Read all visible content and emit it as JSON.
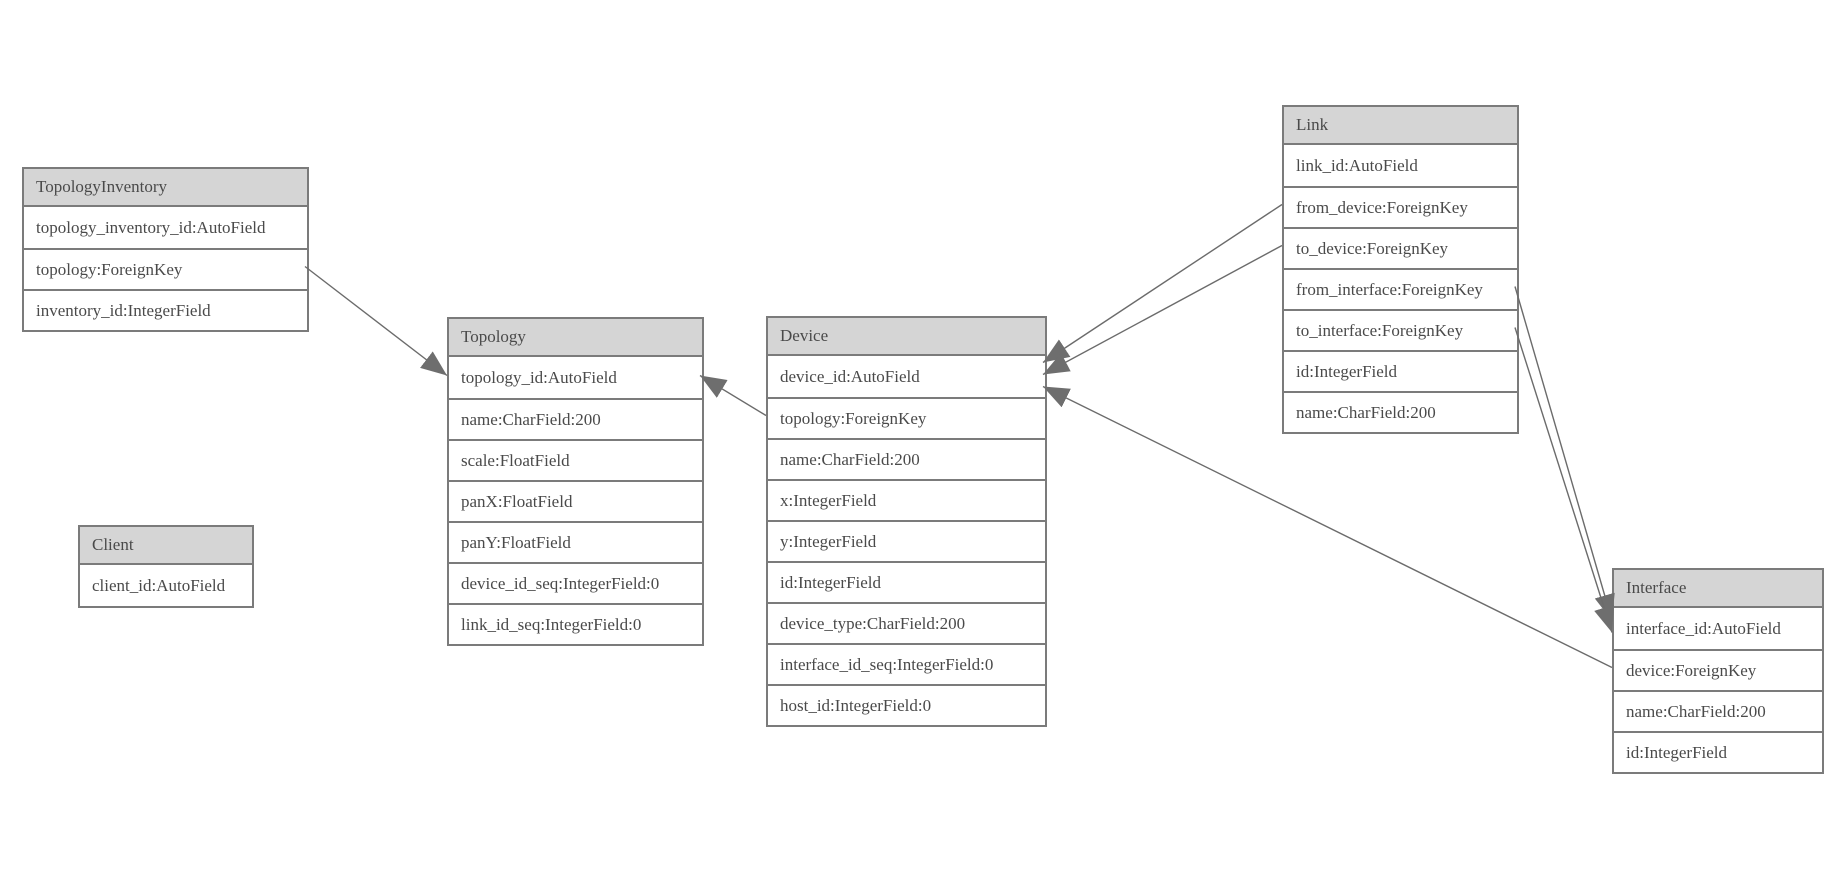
{
  "diagram": {
    "colors": {
      "background": "#ffffff",
      "entity_border": "#7b7b7b",
      "header_fill": "#d5d5d5",
      "text": "#4a4a4a",
      "edge_line": "#6b6b6b",
      "arrowhead": "#6e6e6e"
    },
    "entities": [
      {
        "title": "TopologyInventory",
        "fields": [
          "topology_inventory_id:AutoField",
          "topology:ForeignKey",
          "inventory_id:IntegerField"
        ]
      },
      {
        "title": "Topology",
        "fields": [
          "topology_id:AutoField",
          "name:CharField:200",
          "scale:FloatField",
          "panX:FloatField",
          "panY:FloatField",
          "device_id_seq:IntegerField:0",
          "link_id_seq:IntegerField:0"
        ]
      },
      {
        "title": "Client",
        "fields": [
          "client_id:AutoField"
        ]
      },
      {
        "title": "Device",
        "fields": [
          "device_id:AutoField",
          "topology:ForeignKey",
          "name:CharField:200",
          "x:IntegerField",
          "y:IntegerField",
          "id:IntegerField",
          "device_type:CharField:200",
          "interface_id_seq:IntegerField:0",
          "host_id:IntegerField:0"
        ]
      },
      {
        "title": "Link",
        "fields": [
          "link_id:AutoField",
          "from_device:ForeignKey",
          "to_device:ForeignKey",
          "from_interface:ForeignKey",
          "to_interface:ForeignKey",
          "id:IntegerField",
          "name:CharField:200"
        ]
      },
      {
        "title": "Interface",
        "fields": [
          "interface_id:AutoField",
          "device:ForeignKey",
          "name:CharField:200",
          "id:IntegerField"
        ]
      }
    ],
    "relations": [
      {
        "from": {
          "entity": "TopologyInventory",
          "field": "topology",
          "side": "right"
        },
        "to": {
          "entity": "Topology",
          "field": "topology_id",
          "side": "left"
        }
      },
      {
        "from": {
          "entity": "Device",
          "field": "topology",
          "side": "left"
        },
        "to": {
          "entity": "Topology",
          "field": "topology_id",
          "side": "right"
        }
      },
      {
        "from": {
          "entity": "Link",
          "field": "from_device",
          "side": "left"
        },
        "to": {
          "entity": "Device",
          "field": "device_id",
          "side": "right"
        }
      },
      {
        "from": {
          "entity": "Link",
          "field": "to_device",
          "side": "left"
        },
        "to": {
          "entity": "Device",
          "field": "device_id",
          "side": "right"
        }
      },
      {
        "from": {
          "entity": "Interface",
          "field": "device",
          "side": "left"
        },
        "to": {
          "entity": "Device",
          "field": "device_id",
          "side": "right"
        }
      },
      {
        "from": {
          "entity": "Link",
          "field": "from_interface",
          "side": "right"
        },
        "to": {
          "entity": "Interface",
          "field": "interface_id",
          "side": "left"
        }
      },
      {
        "from": {
          "entity": "Link",
          "field": "to_interface",
          "side": "right"
        },
        "to": {
          "entity": "Interface",
          "field": "interface_id",
          "side": "left"
        }
      }
    ]
  }
}
